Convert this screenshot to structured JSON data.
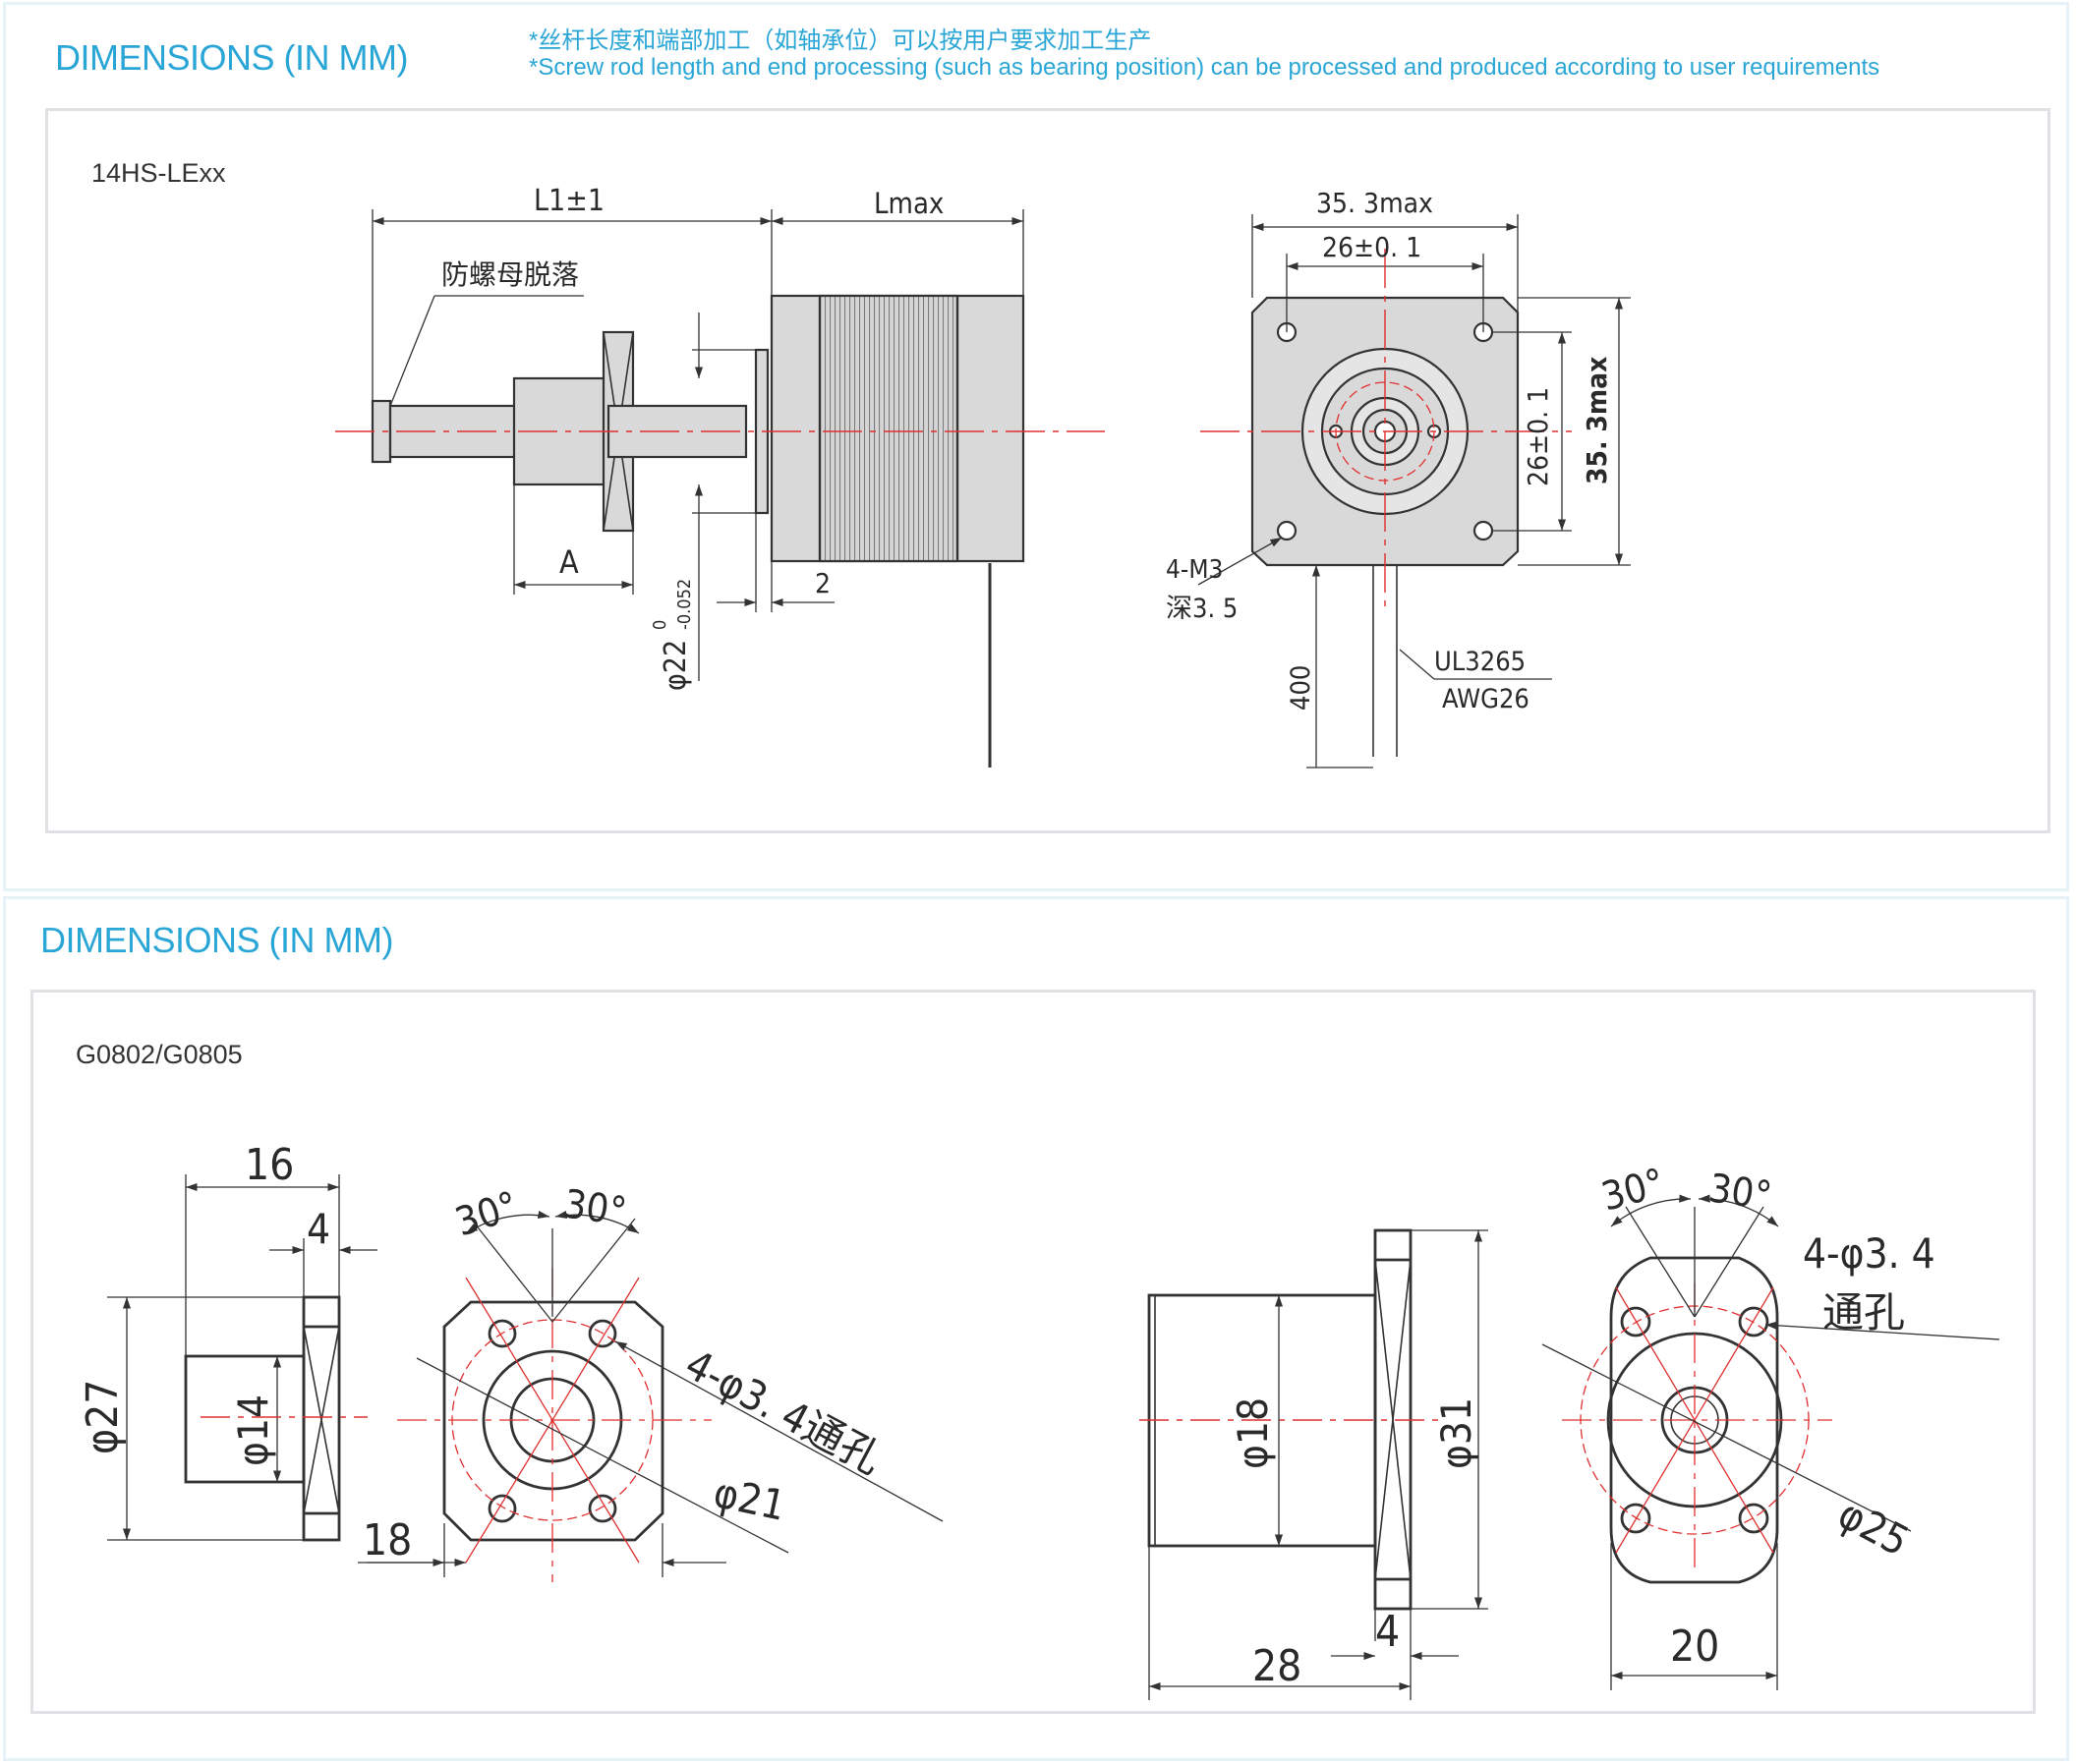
{
  "colors": {
    "accent": "#2aa6d6",
    "centerline": "#e03030",
    "outline": "#333333",
    "fill": "#d9d9d9"
  },
  "section1": {
    "title": "DIMENSIONS (IN MM)",
    "note_cn": "*丝杆长度和端部加工（如轴承位）可以按用户要求加工生产",
    "note_en": "*Screw rod length and end processing (such as bearing position) can be processed and produced according to user requirements",
    "model": "14HS-LExx",
    "labels": {
      "l1": "L1±1",
      "lmax": "Lmax",
      "anti_drop": "防螺母脱落",
      "a": "A",
      "phi22": "φ22",
      "tol_upper": "0",
      "tol_lower": "-0.052",
      "two": "2",
      "w_35_3max": "35. 3max",
      "w_26": "26±0. 1",
      "h_26": "26±0. 1",
      "h_35_3max": "35. 3max",
      "m3": "4-M3",
      "depth": "深3. 5",
      "len400": "400",
      "ul": "UL3265",
      "awg": "AWG26"
    }
  },
  "section2": {
    "title": "DIMENSIONS (IN MM)",
    "model": "G0802/G0805",
    "labels": {
      "d16": "16",
      "d4a": "4",
      "phi27": "φ27",
      "phi14": "φ14",
      "d18": "18",
      "ang30a": "30°",
      "ang30b": "30°",
      "holes_a": "4-φ3. 4通孔",
      "phi21": "φ21",
      "phi18": "φ18",
      "phi31": "φ31",
      "d28": "28",
      "d4b": "4",
      "ang30c": "30°",
      "ang30d": "30°",
      "holes_b": "4-φ3. 4",
      "through": "通孔",
      "phi25": "φ25",
      "d20": "20"
    }
  }
}
